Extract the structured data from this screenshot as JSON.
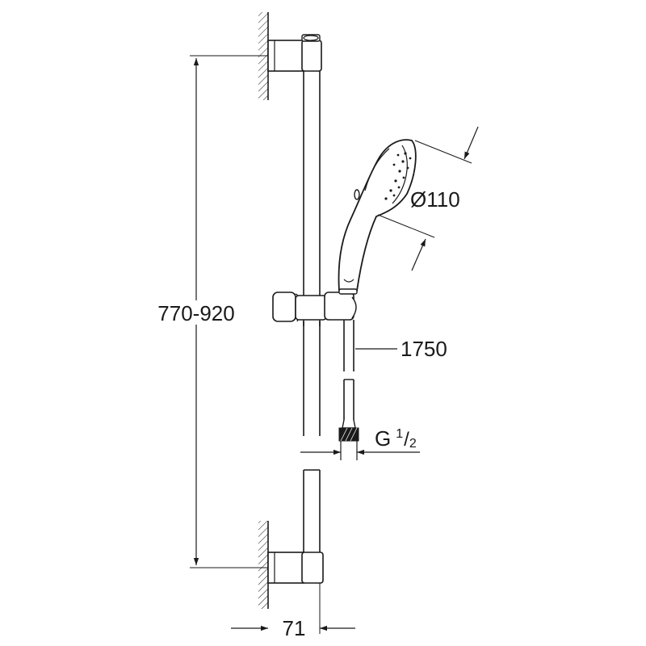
{
  "dimensions": {
    "rail_length": "770-920",
    "handshower_diameter": "Ø110",
    "hose_length": "1750",
    "thread_prefix": "G",
    "thread_numerator": "1",
    "thread_denominator": "2",
    "wall_offset": "71"
  },
  "colors": {
    "line": "#1a1a1a",
    "background": "#ffffff"
  }
}
